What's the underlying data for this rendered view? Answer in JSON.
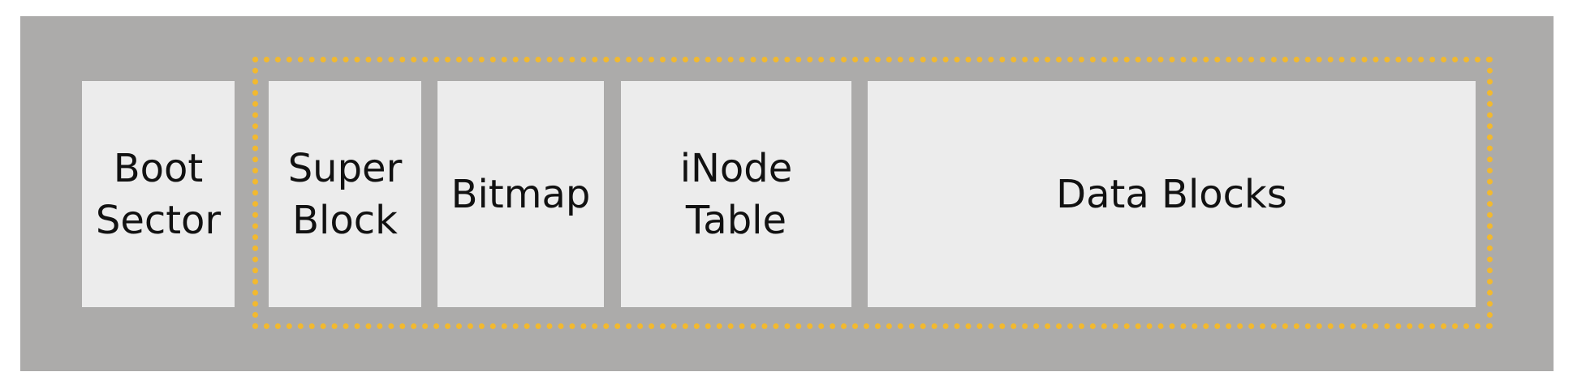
{
  "diagram": {
    "blocks": [
      {
        "label": "Boot\nSector"
      },
      {
        "label": "Super\nBlock"
      },
      {
        "label": "Bitmap"
      },
      {
        "label": "iNode\nTable"
      },
      {
        "label": "Data Blocks"
      }
    ]
  },
  "colors": {
    "disk_background": "#acabaa",
    "block_fill": "#ececec",
    "filesystem_outline": "#f2b92f",
    "text": "#111111"
  }
}
